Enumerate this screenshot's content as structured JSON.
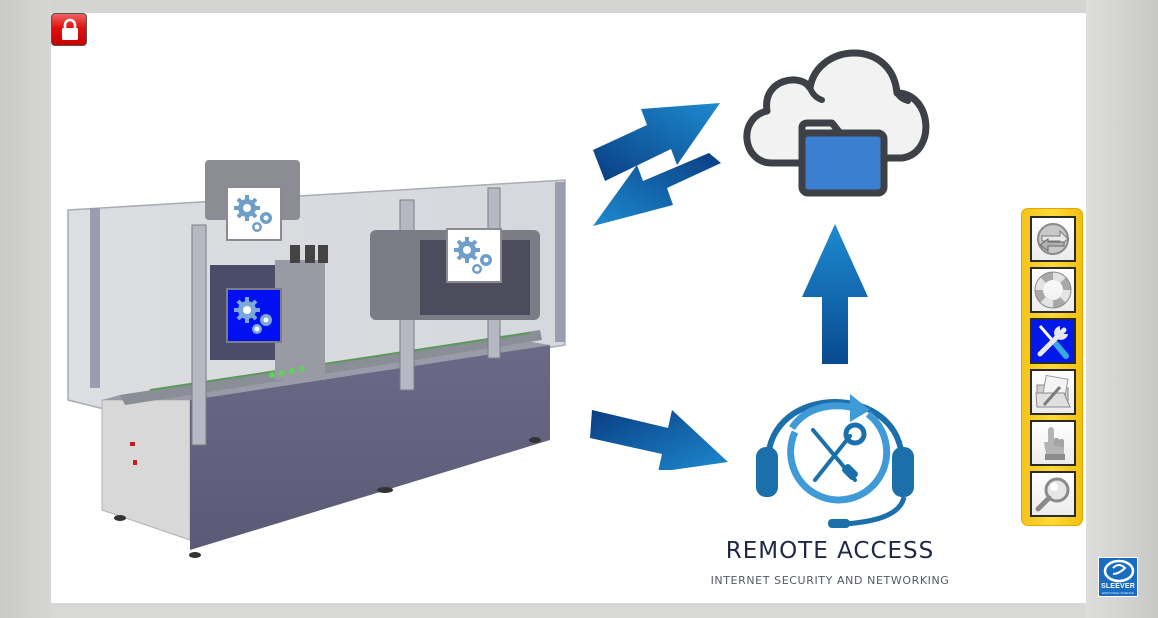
{
  "frame": {
    "lock_button": {
      "icon": "lock-icon",
      "label": "Lock"
    }
  },
  "machine": {
    "description": "Sleeving machine 3D model",
    "gear_buttons": [
      {
        "icon": "gears-icon",
        "state": "inactive"
      },
      {
        "icon": "gears-icon",
        "state": "active"
      },
      {
        "icon": "gears-icon",
        "state": "inactive"
      }
    ]
  },
  "diagram": {
    "cloud_icon": "cloud-folder-icon",
    "remote_icon": "headset-tools-icon",
    "remote_title": "REMOTE ACCESS",
    "remote_subtitle": "INTERNET SECURITY AND NETWORKING",
    "colors": {
      "arrow_dark": "#0a3d82",
      "arrow_light": "#1d8ad0",
      "headset": "#1b6fab",
      "circle": "#3f9ad8",
      "folder": "#3b7fd0",
      "cloud_outline": "#3d4147"
    }
  },
  "toolbar": {
    "items": [
      {
        "icon": "sync-icon",
        "label": "Synchronize",
        "active": false
      },
      {
        "icon": "lifebuoy-icon",
        "label": "Help",
        "active": false
      },
      {
        "icon": "tools-icon",
        "label": "Maintenance",
        "active": true
      },
      {
        "icon": "folder-edit-icon",
        "label": "Documents",
        "active": false
      },
      {
        "icon": "hand-pointer-icon",
        "label": "Manual",
        "active": false
      },
      {
        "icon": "magnifier-icon",
        "label": "Search",
        "active": false
      }
    ],
    "frame_color": "#f7c51d",
    "active_color": "#0018e8"
  },
  "logo": {
    "name": "SLEEVER",
    "tagline": "EMOTIONAL SCIENCE"
  }
}
